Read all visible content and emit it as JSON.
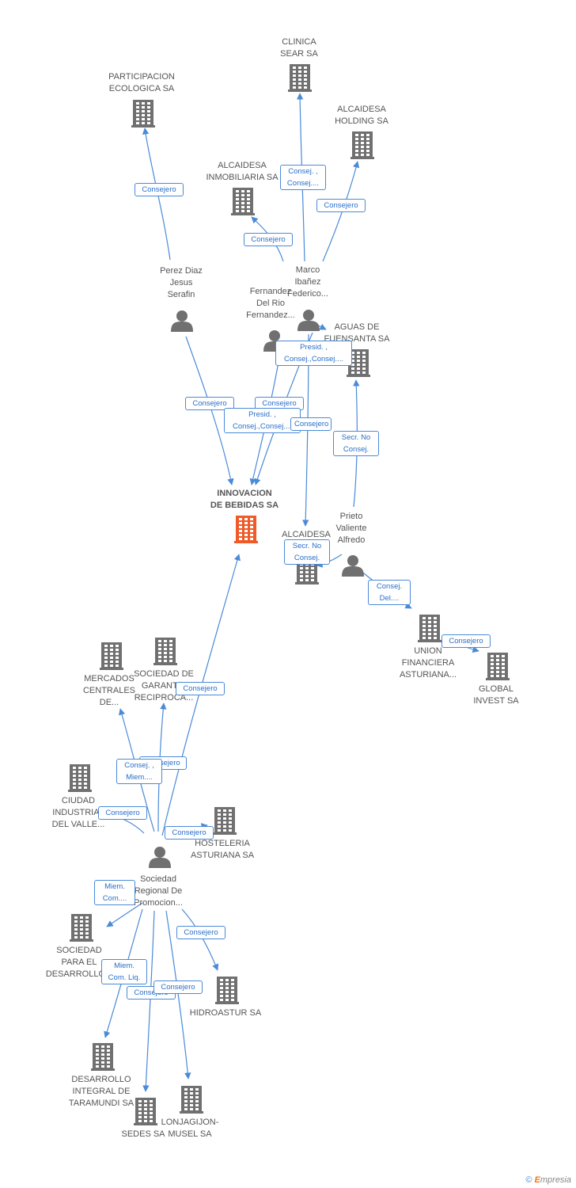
{
  "colors": {
    "edge": "#4a8ad8",
    "company": "#707070",
    "main_company": "#f05a28",
    "person": "#707070"
  },
  "nodes": {
    "innovacion": {
      "label": "INNOVACION\nDE BEBIDAS SA",
      "kind": "company-main"
    },
    "clinica": {
      "label": "CLINICA\nSEAR SA",
      "kind": "company"
    },
    "participacion": {
      "label": "PARTICIPACION\nECOLOGICA SA",
      "kind": "company"
    },
    "alc_holding": {
      "label": "ALCAIDESA\nHOLDING SA",
      "kind": "company"
    },
    "alc_inmob": {
      "label": "ALCAIDESA\nINMOBILIARIA SA",
      "kind": "company"
    },
    "perez": {
      "label": "Perez Diaz\nJesus\nSerafin",
      "kind": "person"
    },
    "marco": {
      "label": "Marco\nIbañez\nFederico...",
      "kind": "person"
    },
    "fernandez": {
      "label": "Fernandez\nDel Rio\nFernandez...",
      "kind": "person"
    },
    "aguas": {
      "label": "AGUAS DE\nFUENSANTA SA",
      "kind": "company"
    },
    "alc_sa": {
      "label": "ALCAIDESA\nSA",
      "kind": "company"
    },
    "prieto": {
      "label": "Prieto\nValiente\nAlfredo",
      "kind": "person"
    },
    "union": {
      "label": "UNION\nFINANCIERA\nASTURIANA...",
      "kind": "company"
    },
    "global": {
      "label": "GLOBAL\nINVEST SA",
      "kind": "company"
    },
    "mercados": {
      "label": "MERCADOS\nCENTRALES\nDE...",
      "kind": "company"
    },
    "sociedad_garant": {
      "label": "SOCIEDAD DE\nGARANTIA\nRECIPROCA...",
      "kind": "company"
    },
    "ciudad": {
      "label": "CIUDAD\nINDUSTRIAL\nDEL VALLE...",
      "kind": "company"
    },
    "hosteleria": {
      "label": "HOSTELERIA\nASTURIANA SA",
      "kind": "company"
    },
    "sociedad_regional": {
      "label": "Sociedad\nRegional De\nPromocion...",
      "kind": "person"
    },
    "sociedad_desarrollo": {
      "label": "SOCIEDAD\nPARA EL\nDESARROLLO...",
      "kind": "company"
    },
    "hidroastur": {
      "label": "HIDROASTUR SA",
      "kind": "company"
    },
    "desarrollo": {
      "label": "DESARROLLO\nINTEGRAL DE\nTARAMUNDI SA",
      "kind": "company"
    },
    "sedes": {
      "label": "SEDES SA",
      "kind": "company"
    },
    "lonjagijon": {
      "label": "LONJAGIJON-\nMUSEL SA",
      "kind": "company"
    }
  },
  "edge_labels": {
    "perez_participacion": "Consejero",
    "marco_clinica": "Consej. ,\nConsej....",
    "marco_holding": "Consejero",
    "marco_inmob": "Consejero",
    "marco_aguas": "Presid. ,\nConsej.,Consej....",
    "perez_innovacion": "Consejero",
    "fernandez_innovacion": "Consejero",
    "marco_innovacion": "Presid. ,\nConsej.,Consej....",
    "marco_alcsa": "Consejero",
    "prieto_aguas": "Secr. No\nConsej.",
    "prieto_alcsa": "Secr. No\nConsej.",
    "prieto_union": "Consej.\nDel....",
    "union_global": "Consejero",
    "regional_innovacion": "Consejero",
    "regional_garant": "Consejero",
    "regional_mercados": "Consej. ,\nMiem....",
    "regional_ciudad": "Consejero",
    "regional_hosteleria": "Consejero",
    "regional_socdesarrollo": "Miem.\nCom....",
    "regional_hidroastur": "Consejero",
    "regional_desarrollo": "Miem.\nCom. Liq.",
    "regional_sedes": "Consejero",
    "regional_lonjagijon": "Consejero"
  },
  "copyright": {
    "symbol": "©",
    "brand_initial": "E",
    "brand_rest": "mpresia"
  }
}
